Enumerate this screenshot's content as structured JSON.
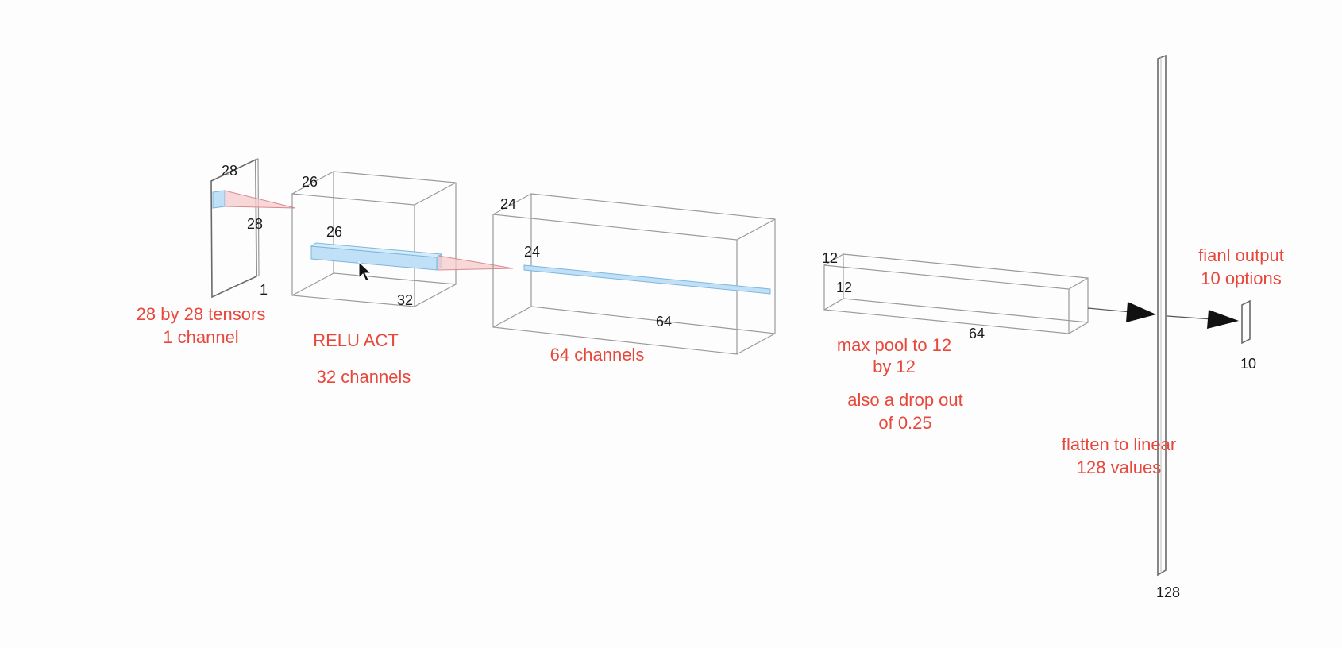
{
  "colors": {
    "background": "#fdfdfd",
    "annotation": "#e8473b",
    "dimension_text": "#1a1a1a",
    "box_edge": "#9a9a9a",
    "feature_fill": "#bfe0f7",
    "feature_edge": "#7fb6dc",
    "kernel_fill": "#f6c9cc"
  },
  "layers": {
    "input": {
      "dim_top": "28",
      "dim_side": "28",
      "dim_depth": "1"
    },
    "conv1": {
      "dim_top": "26",
      "dim_side": "26",
      "dim_depth": "32"
    },
    "conv2": {
      "dim_top": "24",
      "dim_side": "24",
      "dim_depth": "64"
    },
    "pool": {
      "dim_top": "12",
      "dim_side": "12",
      "dim_depth": "64"
    },
    "dense": {
      "dim": "128"
    },
    "output": {
      "dim": "10"
    }
  },
  "annotations": {
    "input": [
      "28 by 28 tensors",
      "1 channel"
    ],
    "relu": "RELU ACT",
    "conv1_channels": "32 channels",
    "conv2_channels": "64 channels",
    "maxpool": [
      "max pool to 12",
      "by 12"
    ],
    "dropout": [
      "also a drop out",
      "of 0.25"
    ],
    "flatten": [
      "flatten to linear",
      "128 values"
    ],
    "output": [
      "fianl output",
      "10 options"
    ]
  },
  "icons": {
    "cursor": "mouse-pointer-icon"
  }
}
